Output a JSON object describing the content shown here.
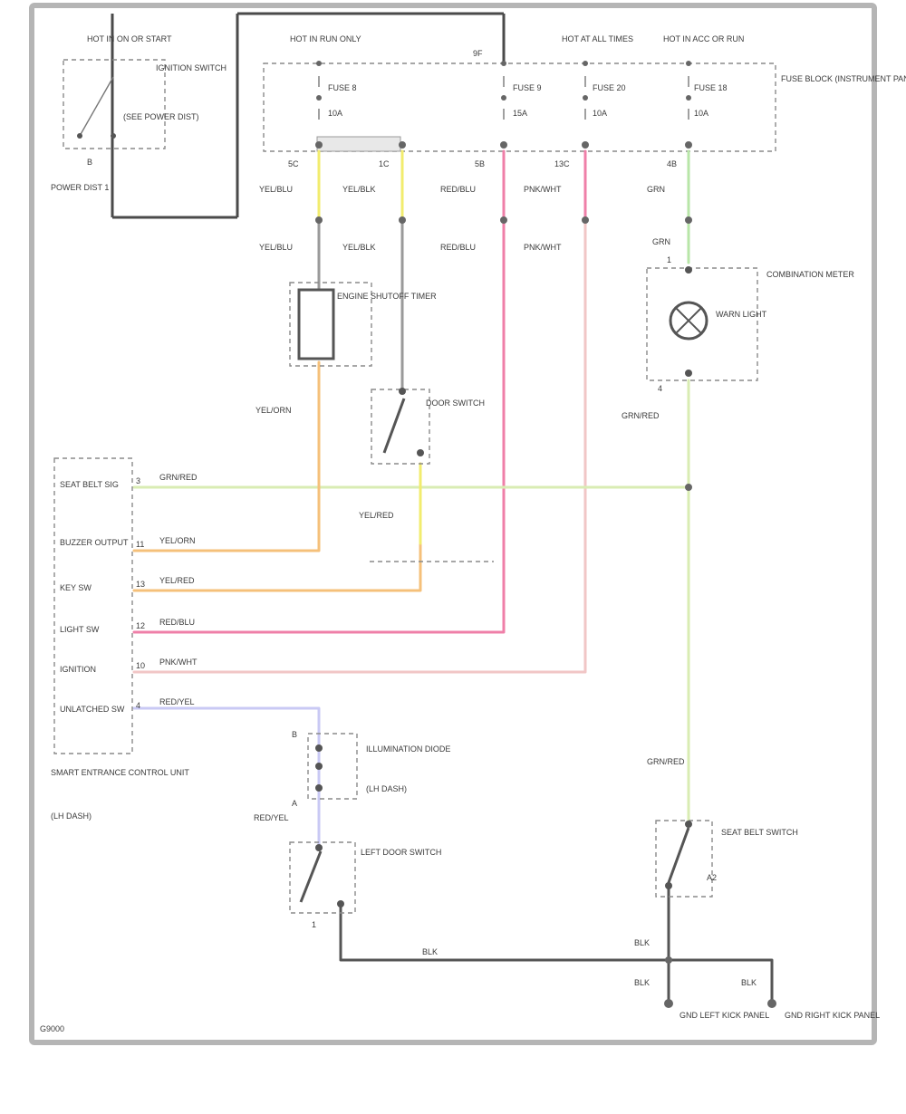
{
  "diagram": {
    "corner_label": "G9000",
    "colors": {
      "yellow": "#f2ec6e",
      "orange": "#f5c07a",
      "pink": "#ef7fa8",
      "light_pink": "#f1c6c6",
      "green": "#b8e6a8",
      "light_green": "#d9ecb3",
      "lavender": "#c9c9f4",
      "gray": "#9a9a9a",
      "dark": "#555555"
    },
    "labels": {
      "ignition_header": "HOT IN ON OR START",
      "ignition_switch": "IGNITION SWITCH",
      "ignition_part": "(SEE POWER DIST)",
      "ignition_ref": "POWER DIST 1",
      "ignition_pin": "B",
      "fuse_fuse1_name": "FUSE 8",
      "fuse_fuse1_amp": "10A",
      "fuse_fuse2_name": "FUSE 9",
      "fuse_fuse2_amp": "15A",
      "fuse_fuse3_name": "FUSE 20",
      "fuse_fuse3_amp": "10A",
      "fuse_fuse4_name": "FUSE 18",
      "fuse_fuse4_amp": "10A",
      "fuse_col1_header": "HOT IN RUN ONLY",
      "fuse_col3_header": "HOT AT ALL TIMES",
      "fuse_col4_header": "HOT IN ACC OR RUN",
      "fuse_box": "FUSE BLOCK (INSTRUMENT PANEL)",
      "fuse_pin_a": "5C",
      "fuse_pin_b": "1C",
      "fuse_pin_c": "5B",
      "fuse_pin_d": "13C",
      "fuse_pin_e": "4B",
      "fuse_link": "9F",
      "wire_y1_top": "YEL/BLU",
      "wire_y2_top": "YEL/BLK",
      "wire_r_top": "RED/BLU",
      "wire_p_top": "PNK/WHT",
      "wire_g_top": "GRN",
      "wire_y1_bot": "YEL/BLU",
      "wire_y2_bot": "YEL/BLK",
      "wire_r_bot": "RED/BLU",
      "wire_p_bot": "PNK/WHT",
      "wire_g_bot": "GRN",
      "timer_name": "ENGINE SHUTOFF TIMER",
      "combo_meter": "COMBINATION METER",
      "combo_pin_top": "1",
      "combo_pin_bot": "4",
      "combo_warn": "WARN LIGHT",
      "combo_wire": "GRN/RED",
      "door_switch": "DOOR SWITCH",
      "wire_yel_orn": "YEL/ORN",
      "wire_yel_red": "YEL/RED",
      "module_pin1_label": "SEAT BELT SIG",
      "module_pin2_label": "BUZZER OUTPUT",
      "module_pin3_label": "KEY SW",
      "module_pin4_label": "LIGHT SW",
      "module_pin5_label": "IGNITION",
      "module_pin6_label": "UNLATCHED SW",
      "pin1_no": "3",
      "pin1_wire": "GRN/RED",
      "pin2_no": "11",
      "pin2_wire": "YEL/ORN",
      "pin3_no": "13",
      "pin3_wire": "YEL/RED",
      "pin4_no": "12",
      "pin4_wire": "RED/BLU",
      "pin5_no": "10",
      "pin5_wire": "PNK/WHT",
      "pin6_no": "4",
      "pin6_wire": "RED/YEL",
      "module_name": "SMART ENTRANCE CONTROL UNIT",
      "module_loc": "(LH DASH)",
      "diode_name": "ILLUMINATION DIODE",
      "diode_loc": "(LH DASH)",
      "diode_p1": "B",
      "diode_p2": "A",
      "diode_wire": "RED/YEL",
      "lh_switch": "LEFT DOOR SWITCH",
      "lh_pin": "1",
      "rh_switch": "SEAT BELT SWITCH",
      "rh_pin": "A2",
      "rh_wire_top": "GRN/RED",
      "rh_wire_blk": "BLK",
      "ground_wire": "BLK",
      "ground_left_wire": "BLK",
      "ground_right_wire": "BLK",
      "ground_left": "GND LEFT KICK PANEL",
      "ground_right": "GND RIGHT KICK PANEL"
    }
  }
}
